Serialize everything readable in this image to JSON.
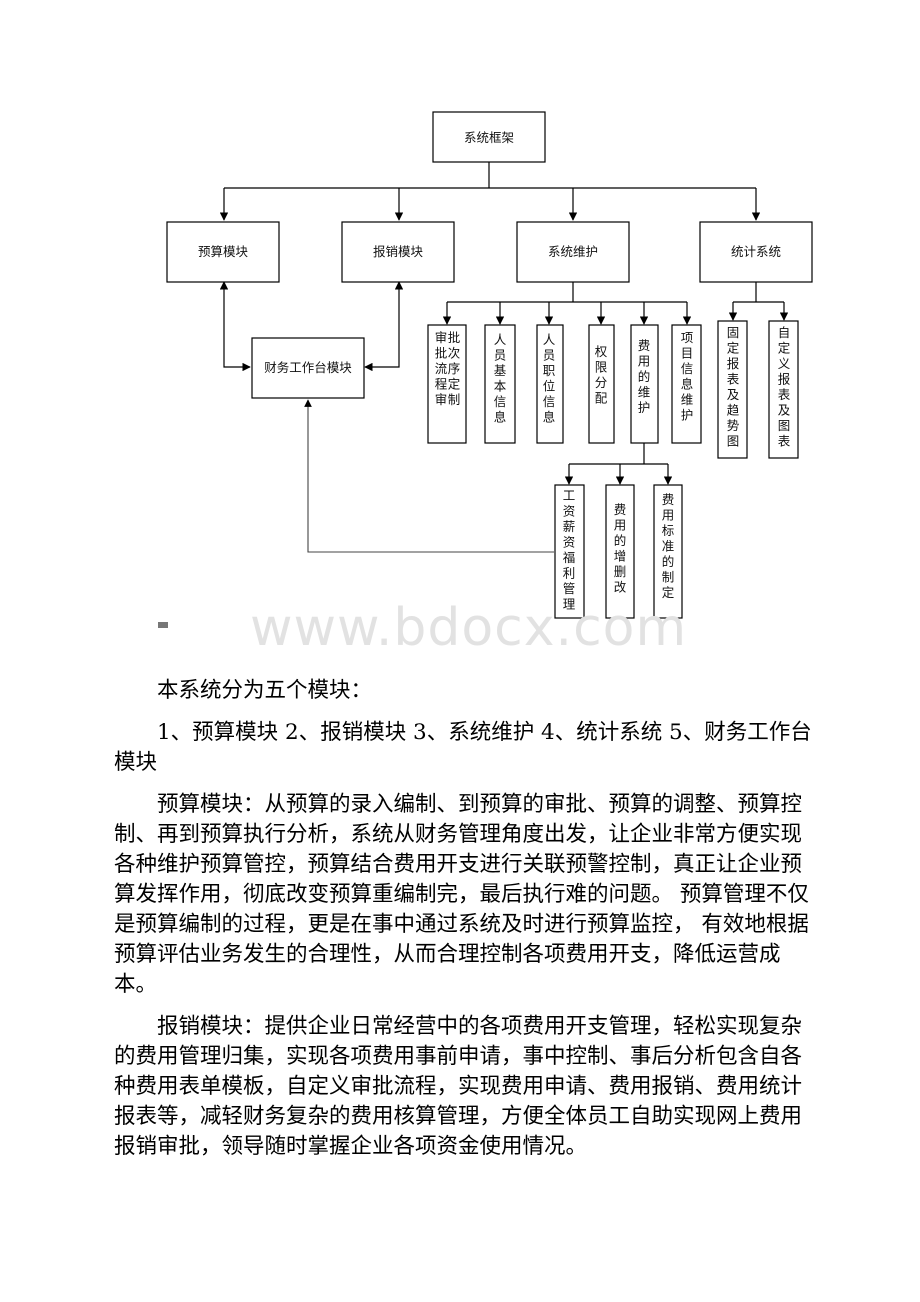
{
  "diagram": {
    "nodes": {
      "root": "系统框架",
      "budget": "预算模块",
      "expense": "报销模块",
      "maint": "系统维护",
      "stats": "统计系统",
      "finance": "财务工作台模块",
      "approval": "审批流程审批次序定制",
      "staff_info": "人员基本信息",
      "staff_pos": "人员职位信息",
      "perm": "权限分配",
      "cost_maint": "费用的维护",
      "project": "项目信息维护",
      "salary": "工资薪资福利管理",
      "cost_crud": "费用的增删改",
      "cost_std": "费用标准的制定",
      "fixed_rep": "固定报表及趋势图",
      "custom_rep": "自定义报表及图表"
    }
  },
  "watermark": "www.bdocx.com",
  "text": {
    "p1": "本系统分为五个模块：",
    "p2": "1、预算模块 2、报销模块 3、系统维护 4、统计系统 5、财务工作台模块",
    "p3": "预算模块：从预算的录入编制、到预算的审批、预算的调整、预算控制、再到预算执行分析，系统从财务管理角度出发，让企业非常方便实现各种维护预算管控，预算结合费用开支进行关联预警控制，真正让企业预算发挥作用，彻底改变预算重编制完，最后执行难的问题。 预算管理不仅是预算编制的过程，更是在事中通过系统及时进行预算监控， 有效地根据预算评估业务发生的合理性，从而合理控制各项费用开支，降低运营成本。",
    "p4": "报销模块：提供企业日常经营中的各项费用开支管理，轻松实现复杂的费用管理归集，实现各项费用事前申请，事中控制、事后分析包含自各种费用表单模板，自定义审批流程，实现费用申请、费用报销、费用统计报表等，减轻财务复杂的费用核算管理，方便全体员工自助实现网上费用报销审批，领导随时掌握企业各项资金使用情况。"
  }
}
